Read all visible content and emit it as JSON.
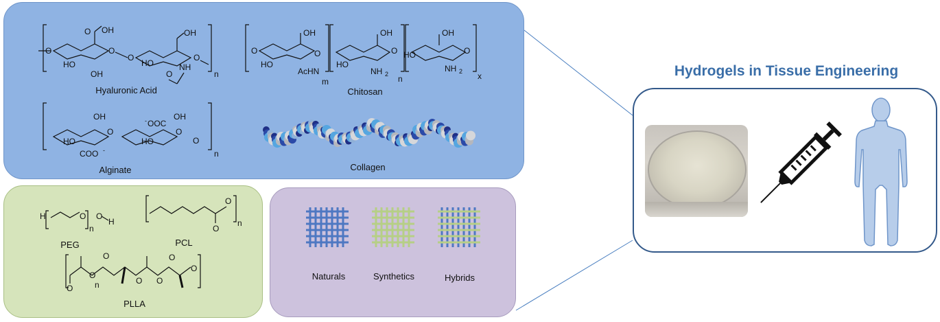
{
  "title": "Hydrogels in Tissue Engineering",
  "natural": {
    "hyaluronic_acid": "Hyaluronic Acid",
    "chitosan": "Chitosan",
    "alginate": "Alginate",
    "collagen": "Collagen"
  },
  "synthetic": {
    "peg": "PEG",
    "pcl": "PCL",
    "plla": "PLLA"
  },
  "hydrogel_types": {
    "naturals": "Naturals",
    "synthetics": "Synthetics",
    "hybrids": "Hybrids"
  },
  "atoms": {
    "oh": "OH",
    "ho": "HO",
    "o": "O",
    "nh": "NH",
    "nh2": "NH",
    "two": "2",
    "achn": "AcHN",
    "coo_minus": "COO",
    "ooc_minus": "OOC",
    "minus": "-",
    "h": "H",
    "n": "n",
    "m": "m",
    "x": "x"
  },
  "colors": {
    "natural_panel": "#8fb3e3",
    "synthetic_panel": "#d6e4bb",
    "hybrid_panel": "#cdc2dd",
    "title": "#3a6ea8",
    "mesh_blue": "#4e78c2",
    "mesh_green": "#b6cf86",
    "silhouette": "#b7cdea"
  },
  "icons": [
    "syringe-icon",
    "human-body-icon",
    "hydrogel-dish-photo",
    "collagen-helix-model"
  ]
}
